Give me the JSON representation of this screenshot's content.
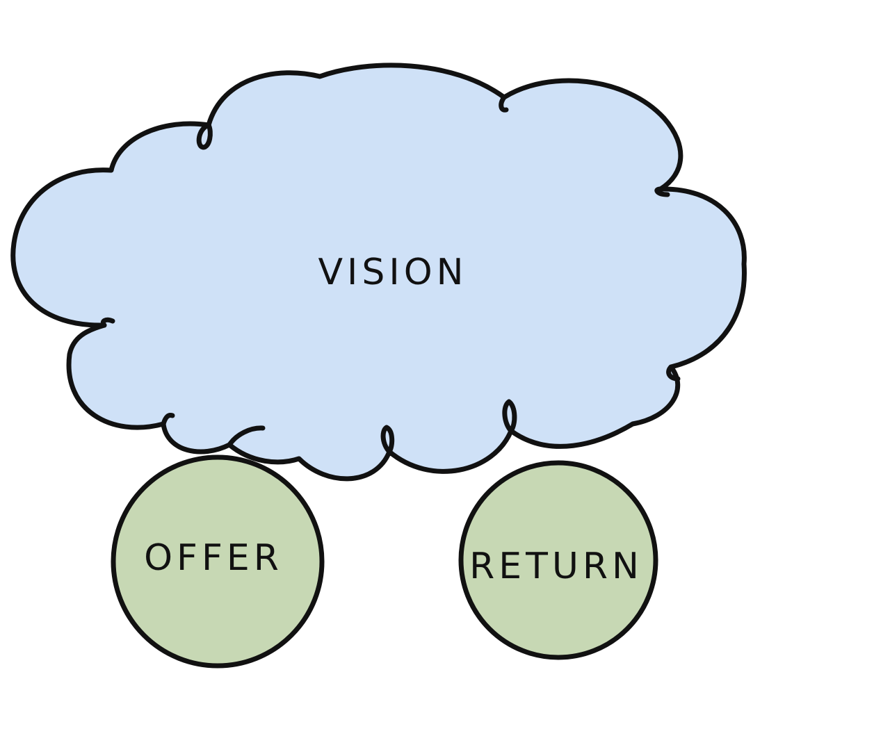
{
  "diagram": {
    "cloud": {
      "label": "VISION",
      "fill_color": "#cfe1f7"
    },
    "circles": [
      {
        "label": "OFFER",
        "fill_color": "#c7d8b4"
      },
      {
        "label": "RETURN",
        "fill_color": "#c7d8b4"
      }
    ],
    "ink_color": "#111111",
    "background_color": "#ffffff"
  }
}
